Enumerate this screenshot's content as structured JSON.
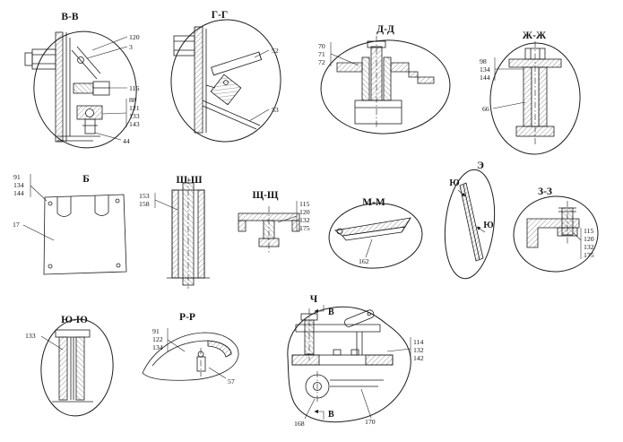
{
  "drawing": {
    "background": "#ffffff",
    "line_color": "#1c1c1c",
    "views": {
      "vv": {
        "title": "В-В",
        "callouts": {
          "c120": "120",
          "c3": "3",
          "c116": "116",
          "c88": "88",
          "c121": "121",
          "c133": "133",
          "c143": "143",
          "c44": "44"
        }
      },
      "gg": {
        "title": "Г-Г",
        "callouts": {
          "c52": "52",
          "c53": "53"
        }
      },
      "dd": {
        "title": "Д-Д",
        "callouts": {
          "c70": "70",
          "c71": "71",
          "c72": "72"
        }
      },
      "zhzh": {
        "title": "Ж-Ж",
        "callouts": {
          "c98": "98",
          "c134": "134",
          "c144": "144",
          "c66": "66"
        }
      },
      "b": {
        "title": "Б",
        "callouts": {
          "c91": "91",
          "c134": "134",
          "c144": "144",
          "c17": "17"
        }
      },
      "shsh": {
        "title": "Ш-Ш",
        "callouts": {
          "c153": "153",
          "c158": "158"
        }
      },
      "schsch": {
        "title": "Щ-Щ",
        "callouts": {
          "c115": "115",
          "c120": "120",
          "c132": "132",
          "c175": "175"
        }
      },
      "mm": {
        "title": "М-М",
        "callouts": {
          "c162": "162"
        }
      },
      "e": {
        "title": "Э",
        "labels": {
          "top": "Ю",
          "bottom": "Ю"
        }
      },
      "zz": {
        "title": "З-З",
        "callouts": {
          "c115": "115",
          "c120": "120",
          "c132": "132",
          "c175": "175"
        }
      },
      "yuyu": {
        "title": "Ю-Ю",
        "callouts": {
          "c133": "133"
        }
      },
      "rr": {
        "title": "Р-Р",
        "callouts": {
          "c91": "91",
          "c122": "122",
          "c134": "134",
          "c57": "57"
        }
      },
      "ch": {
        "title": "Ч",
        "labels": {
          "top": "В",
          "bottom": "В"
        },
        "callouts": {
          "c114": "114",
          "c132": "132",
          "c142": "142",
          "c168": "168",
          "c170": "170"
        }
      }
    }
  }
}
